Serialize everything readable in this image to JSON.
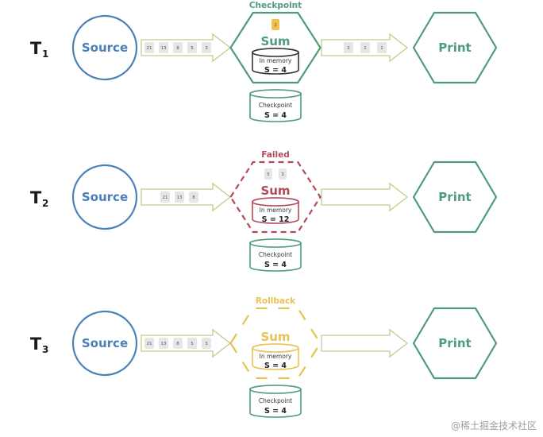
{
  "rows": [
    {
      "time_label": "T",
      "time_sub": "1",
      "source_label": "Source",
      "input_records": [
        "21",
        "13",
        "8",
        "5",
        "3"
      ],
      "operator_label": "Sum",
      "stage_label": "Checkpoint",
      "stage_color": "#4f9c7c",
      "operator_style": "solid",
      "in_flight": [
        "2"
      ],
      "memory_label": "In memory",
      "memory_value": "S = 4",
      "output_records": [
        "2",
        "1",
        "1"
      ],
      "sink_label": "Print",
      "checkpoint_label": "Checkpoint",
      "checkpoint_value": "S = 4"
    },
    {
      "time_label": "T",
      "time_sub": "2",
      "source_label": "Source",
      "input_records": [
        "21",
        "13",
        "8"
      ],
      "operator_label": "Sum",
      "stage_label": "Failed",
      "stage_color": "#b24a58",
      "operator_style": "dashed",
      "in_flight": [
        "5",
        "3"
      ],
      "memory_label": "In memory",
      "memory_value": "S = 12",
      "output_records": [],
      "sink_label": "Print",
      "checkpoint_label": "Checkpoint",
      "checkpoint_value": "S = 4"
    },
    {
      "time_label": "T",
      "time_sub": "3",
      "source_label": "Source",
      "input_records": [
        "21",
        "13",
        "8",
        "5",
        "3"
      ],
      "operator_label": "Sum",
      "stage_label": "Rollback",
      "stage_color": "#e8c255",
      "operator_style": "dashed-wide",
      "in_flight": [],
      "memory_label": "In memory",
      "memory_value": "S = 4",
      "output_records": [],
      "sink_label": "Print",
      "checkpoint_label": "Checkpoint",
      "checkpoint_value": "S = 4"
    }
  ],
  "colors": {
    "source_stroke": "#4a7fb8",
    "source_text": "#4a7fb8",
    "sink_stroke": "#4f9c7c",
    "sink_text": "#4f9c7c",
    "arrow_stroke": "#b9cf8e",
    "chip_fill": "#e6e6e6",
    "db_stroke": "#4f9c7c"
  },
  "watermark": "@稀土掘金技术社区"
}
